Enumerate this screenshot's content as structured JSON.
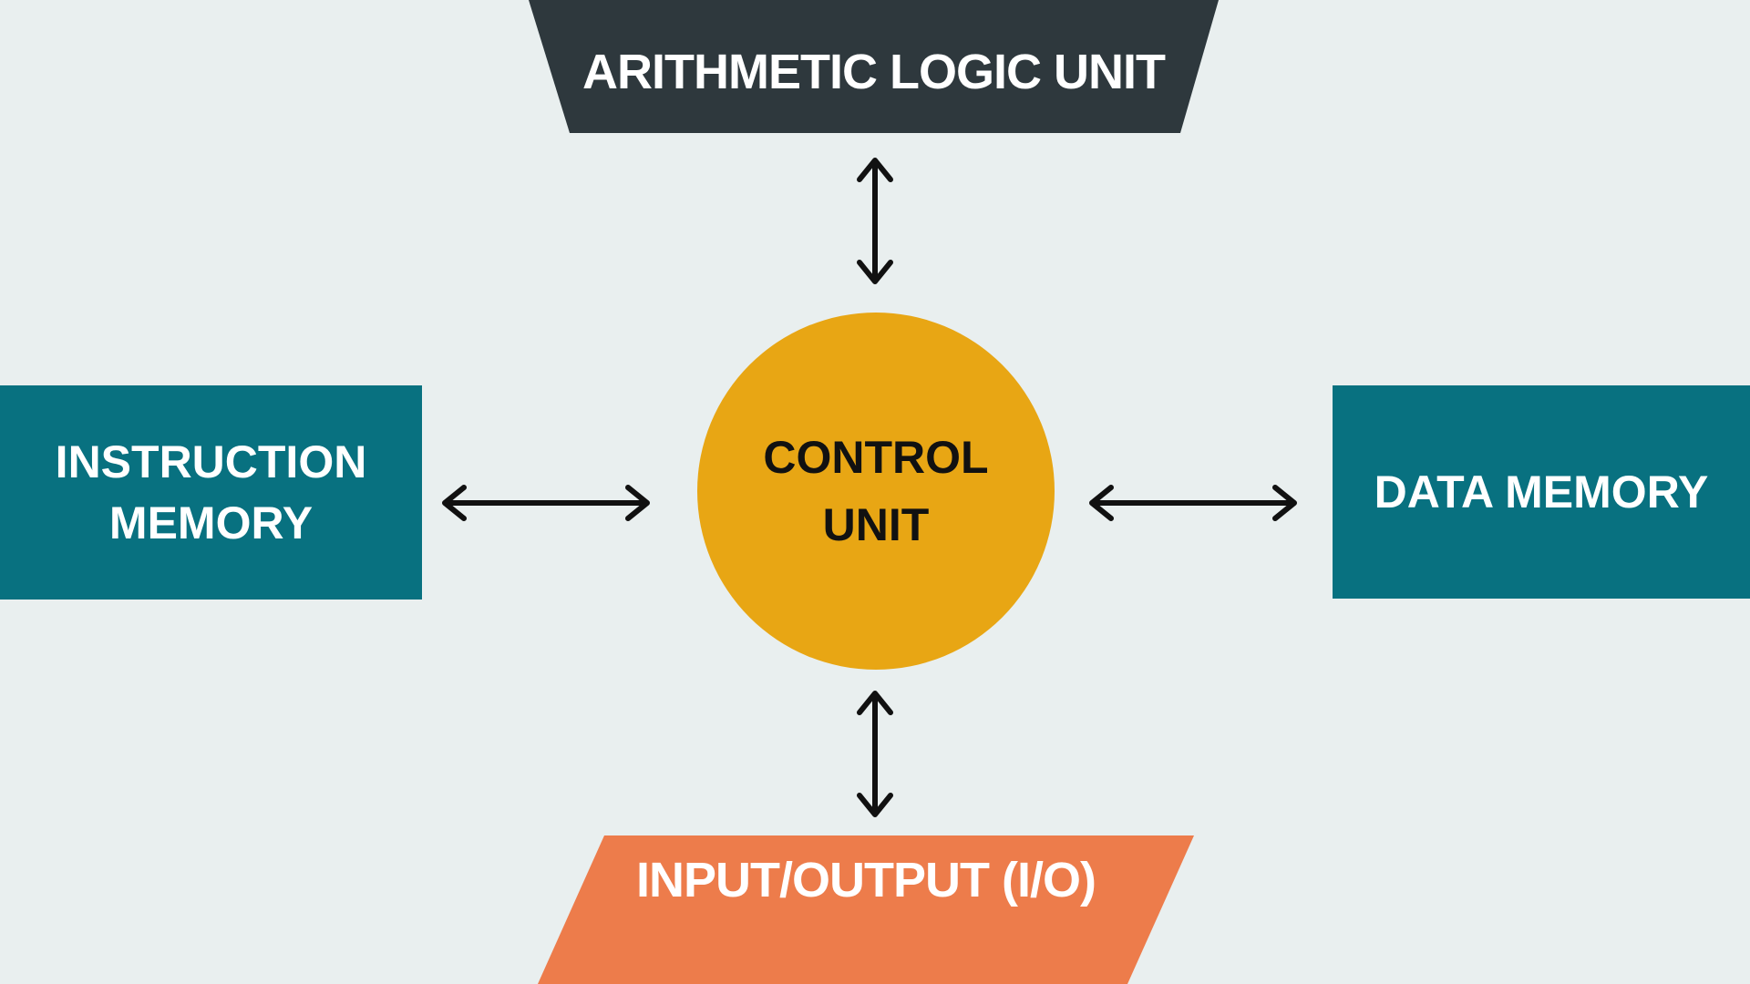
{
  "diagram": {
    "background_color": "#e9efef",
    "arrow_color": "#111111",
    "nodes": {
      "alu": {
        "label": "ARITHMETIC LOGIC UNIT",
        "shape": "trapezoid",
        "color": "#2e383d",
        "text_color": "#ffffff"
      },
      "control_unit": {
        "lines": [
          "CONTROL",
          "UNIT"
        ],
        "shape": "circle",
        "color": "#e8a614",
        "text_color": "#111111"
      },
      "instruction_memory": {
        "lines": [
          "INSTRUCTION",
          "MEMORY"
        ],
        "shape": "rectangle",
        "color": "#087180",
        "text_color": "#ffffff"
      },
      "data_memory": {
        "label": "DATA MEMORY",
        "shape": "rectangle",
        "color": "#087180",
        "text_color": "#ffffff"
      },
      "io": {
        "label": "INPUT/OUTPUT (I/O)",
        "shape": "parallelogram",
        "color": "#ed7c4b",
        "text_color": "#ffffff"
      }
    },
    "connections": [
      {
        "from": "control_unit",
        "to": "alu",
        "style": "double-headed",
        "orientation": "vertical"
      },
      {
        "from": "control_unit",
        "to": "instruction_memory",
        "style": "double-headed",
        "orientation": "horizontal"
      },
      {
        "from": "control_unit",
        "to": "data_memory",
        "style": "double-headed",
        "orientation": "horizontal"
      },
      {
        "from": "control_unit",
        "to": "io",
        "style": "double-headed",
        "orientation": "vertical"
      }
    ]
  }
}
